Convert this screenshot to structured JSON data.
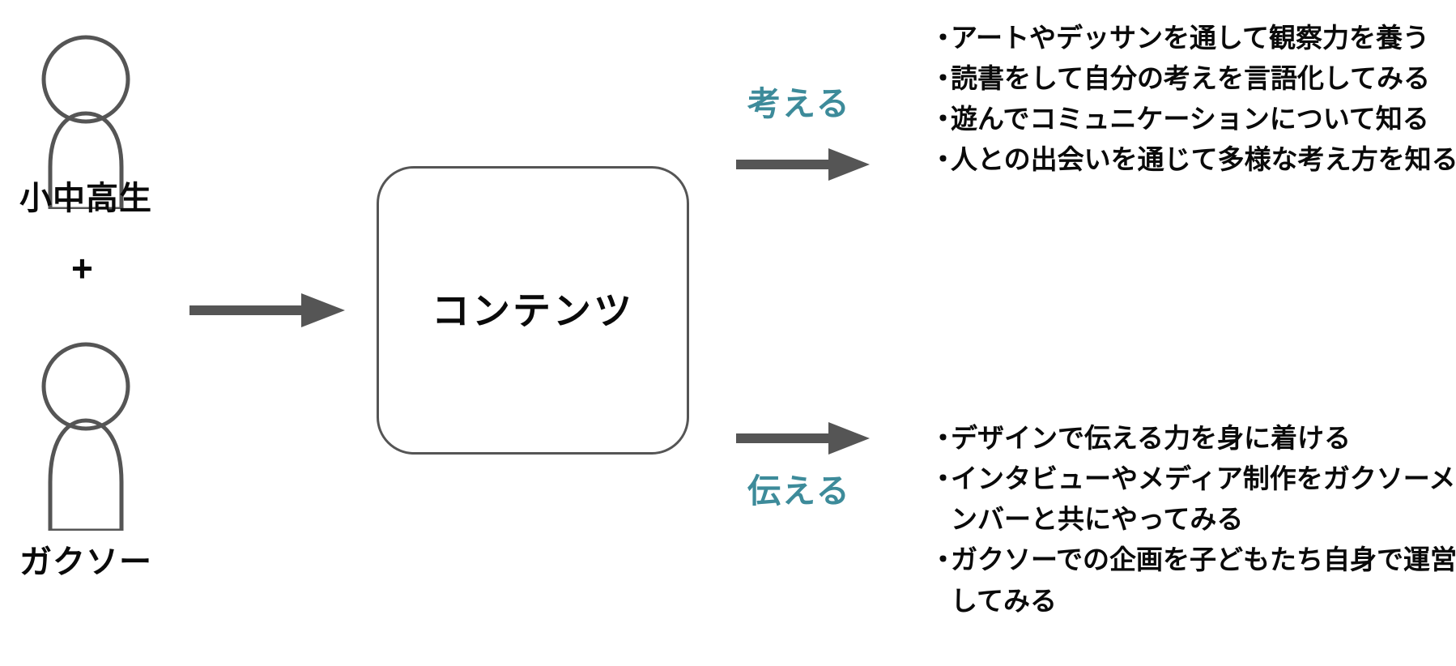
{
  "colors": {
    "stroke": "#555555",
    "arrow": "#555555",
    "text": "#0a0a0a",
    "accent_teal": "#3d8b9a",
    "background": "#ffffff"
  },
  "actors": [
    {
      "icon": "person-icon",
      "label": "小中高生"
    },
    {
      "icon": "person-icon",
      "label": "ガクソー"
    }
  ],
  "combiner": {
    "symbol": "+"
  },
  "center": {
    "label": "コンテンツ"
  },
  "branches": [
    {
      "key": "think",
      "arrow_label": "考える",
      "items": [
        {
          "bullet": "・",
          "lines": [
            "アートやデッサンを通して観察力を養う"
          ]
        },
        {
          "bullet": "・",
          "lines": [
            "読書をして自分の考えを言語化してみる"
          ]
        },
        {
          "bullet": "・",
          "lines": [
            "遊んでコミュニケーションについて知る"
          ]
        },
        {
          "bullet": "・",
          "lines": [
            "人との出会いを通じて多様な考え方を知る"
          ]
        }
      ]
    },
    {
      "key": "convey",
      "arrow_label": "伝える",
      "items": [
        {
          "bullet": "・",
          "lines": [
            "デザインで伝える力を身に着ける"
          ]
        },
        {
          "bullet": "・",
          "lines": [
            "インタビューやメディア制作をガクソーメ",
            "ンバーと共にやってみる"
          ]
        },
        {
          "bullet": "・",
          "lines": [
            "ガクソーでの企画を子どもたち自身で運営",
            "してみる"
          ]
        }
      ]
    }
  ]
}
